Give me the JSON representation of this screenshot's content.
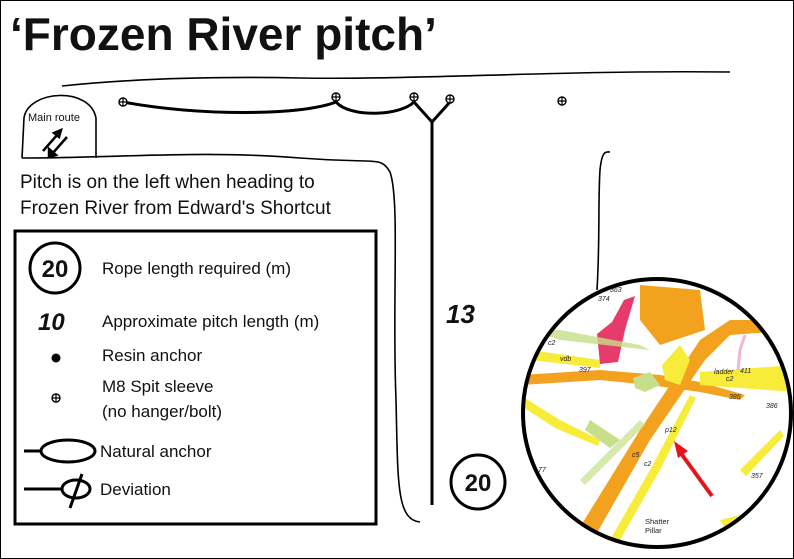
{
  "title": "‘Frozen River pitch’",
  "main_route_label": "Main route",
  "note_line1": "Pitch is on the left when heading to",
  "note_line2": "Frozen River from Edward's Shortcut",
  "pitch_length": "13",
  "rope_length": "20",
  "legend": {
    "rope_symbol": "20",
    "rope_label": "Rope length required (m)",
    "pitch_symbol": "10",
    "pitch_label": "Approximate pitch length (m)",
    "resin_label": "Resin anchor",
    "spit_label1": "M8 Spit sleeve",
    "spit_label2": "(no hanger/bolt)",
    "natural_label": "Natural anchor",
    "deviation_label": "Deviation"
  },
  "map": {
    "labels": [
      "374",
      "363",
      "c2",
      "vdb",
      "397",
      "ladder",
      "c2",
      "411",
      "386",
      "386",
      "p12",
      "c5",
      "c2",
      "357",
      "77",
      "Shatter",
      "Pillar"
    ],
    "colors": {
      "orange": "#f3a21f",
      "yellow": "#f7ec3a",
      "green": "#c6df8a",
      "pink": "#e63b6b",
      "arrow": "#e8141b"
    }
  }
}
